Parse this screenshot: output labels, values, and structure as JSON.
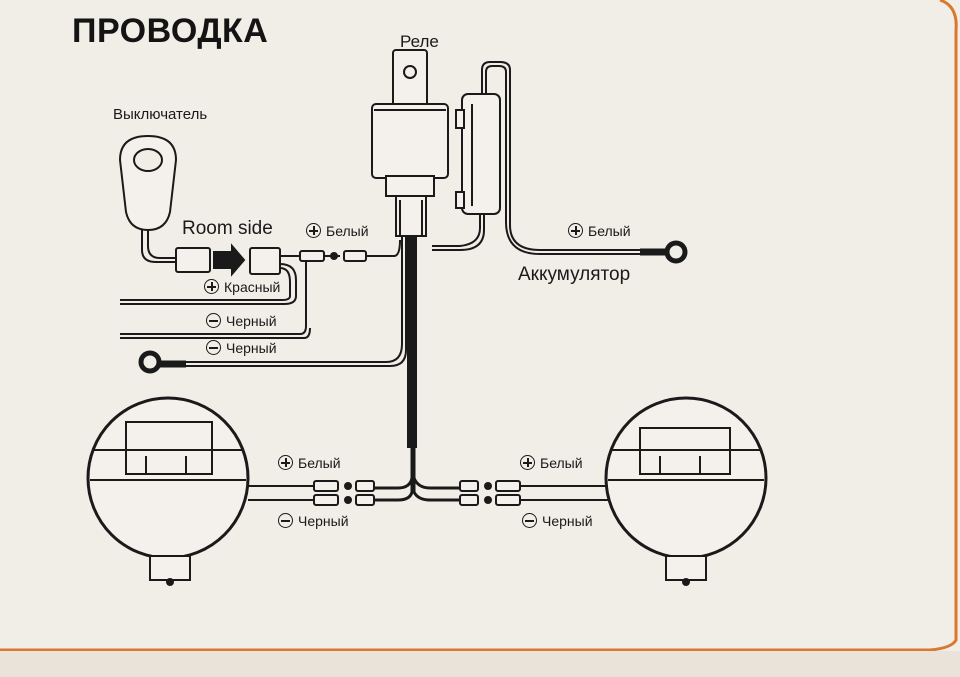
{
  "title": "ПРОВОДКА",
  "labels": {
    "relay": "Реле",
    "switch": "Выключатель",
    "room_side": "Room side",
    "white": "Белый",
    "red": "Красный",
    "black": "Черный",
    "black_right": "Чeрный",
    "battery": "Аккумулятор"
  },
  "colors": {
    "background": "#f1ede7",
    "ink": "#1a1a1a",
    "border_accent": "#d9782f"
  }
}
